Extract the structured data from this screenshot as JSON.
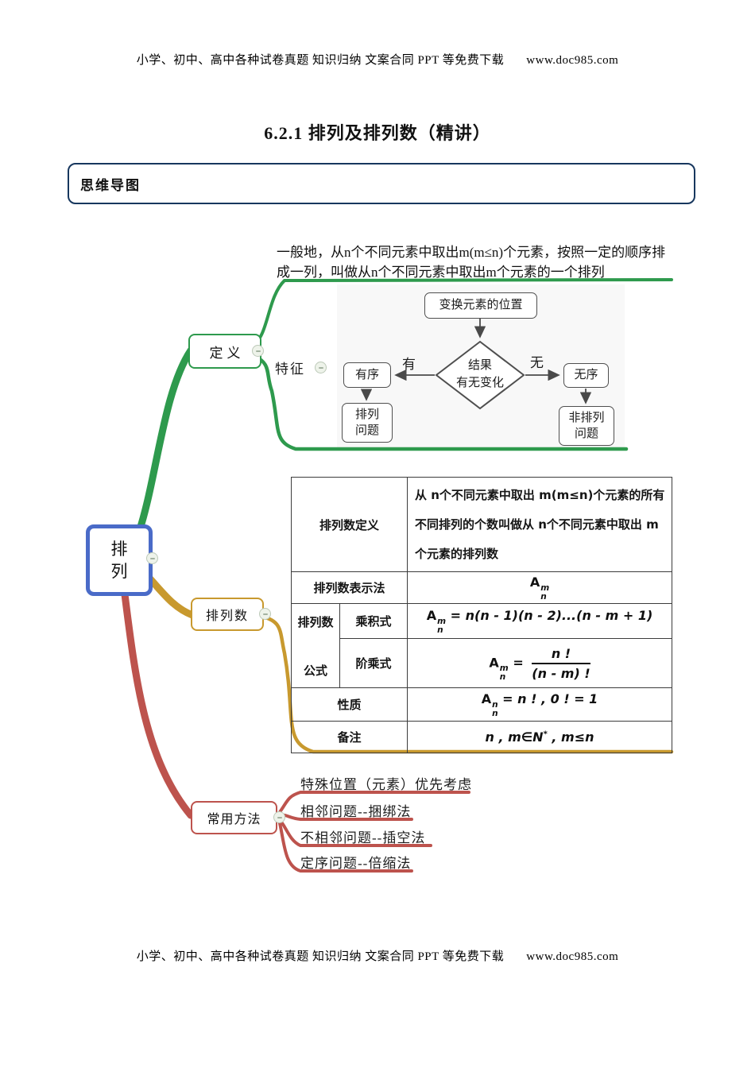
{
  "page": {
    "header": "小学、初中、高中各种试卷真题  知识归纳  文案合同  PPT 等免费下载",
    "header_url": "www.doc985.com",
    "title": "6.2.1  排列及排列数（精讲）",
    "section_label": "思维导图",
    "footer": "小学、初中、高中各种试卷真题  知识归纳  文案合同  PPT 等免费下载",
    "footer_url": "www.doc985.com"
  },
  "mindmap": {
    "root_line1": "排",
    "root_line2": "列",
    "colors": {
      "root_blue": "#4a6bc8",
      "green": "#2e9a4d",
      "gold": "#c8992e",
      "red": "#bd534d",
      "flow_gray": "#4a4a4a"
    },
    "definition_branch": {
      "label": "定义",
      "feature_label": "特征",
      "text_line1": "一般地，从n个不同元素中取出m(m≤n)个元素，按照一定的顺序排",
      "text_line2": "成一列，叫做从n个不同元素中取出m个元素的一个排列"
    },
    "flowchart": {
      "start": "变换元素的位置",
      "decision_line1": "结果",
      "decision_line2": "有无变化",
      "yes_label": "有",
      "no_label": "无",
      "ordered": "有序",
      "unordered": "无序",
      "ordered_result_line1": "排列",
      "ordered_result_line2": "问题",
      "unordered_result_line1": "非排列",
      "unordered_result_line2": "问题"
    },
    "count_branch_label": "排列数",
    "table": {
      "definition": {
        "header": "排列数定义",
        "content": "从 n个不同元素中取出 m(m≤n)个元素的所有不同排列的个数叫做从 n个不同元素中取出 m 个元素的排列数"
      },
      "notation": {
        "header": "排列数表示法",
        "A": "A",
        "sup": "m",
        "sub": "n"
      },
      "formula": {
        "header_line1": "排列数",
        "header_line2": "公式",
        "product": {
          "label": "乘积式",
          "A": "A",
          "sup": "m",
          "sub": "n",
          "rhs": "= n(n - 1)(n - 2)...(n - m + 1)"
        },
        "factorial": {
          "label": "阶乘式",
          "A": "A",
          "sup": "m",
          "sub": "n",
          "eq": "=",
          "numerator": "n !",
          "denominator": "(n - m) !"
        }
      },
      "property": {
        "header": "性质",
        "A": "A",
        "sup": "n",
        "sub": "n",
        "rhs": "= n ! , 0 ! = 1"
      },
      "note": {
        "header": "备注",
        "pre": "n , m∈N",
        "sup": "*",
        "post": " , m≤n"
      }
    },
    "methods_branch_label": "常用方法",
    "methods": [
      "特殊位置（元素）优先考虑",
      "相邻问题--捆绑法",
      "不相邻问题--插空法",
      "定序问题--倍缩法"
    ]
  }
}
